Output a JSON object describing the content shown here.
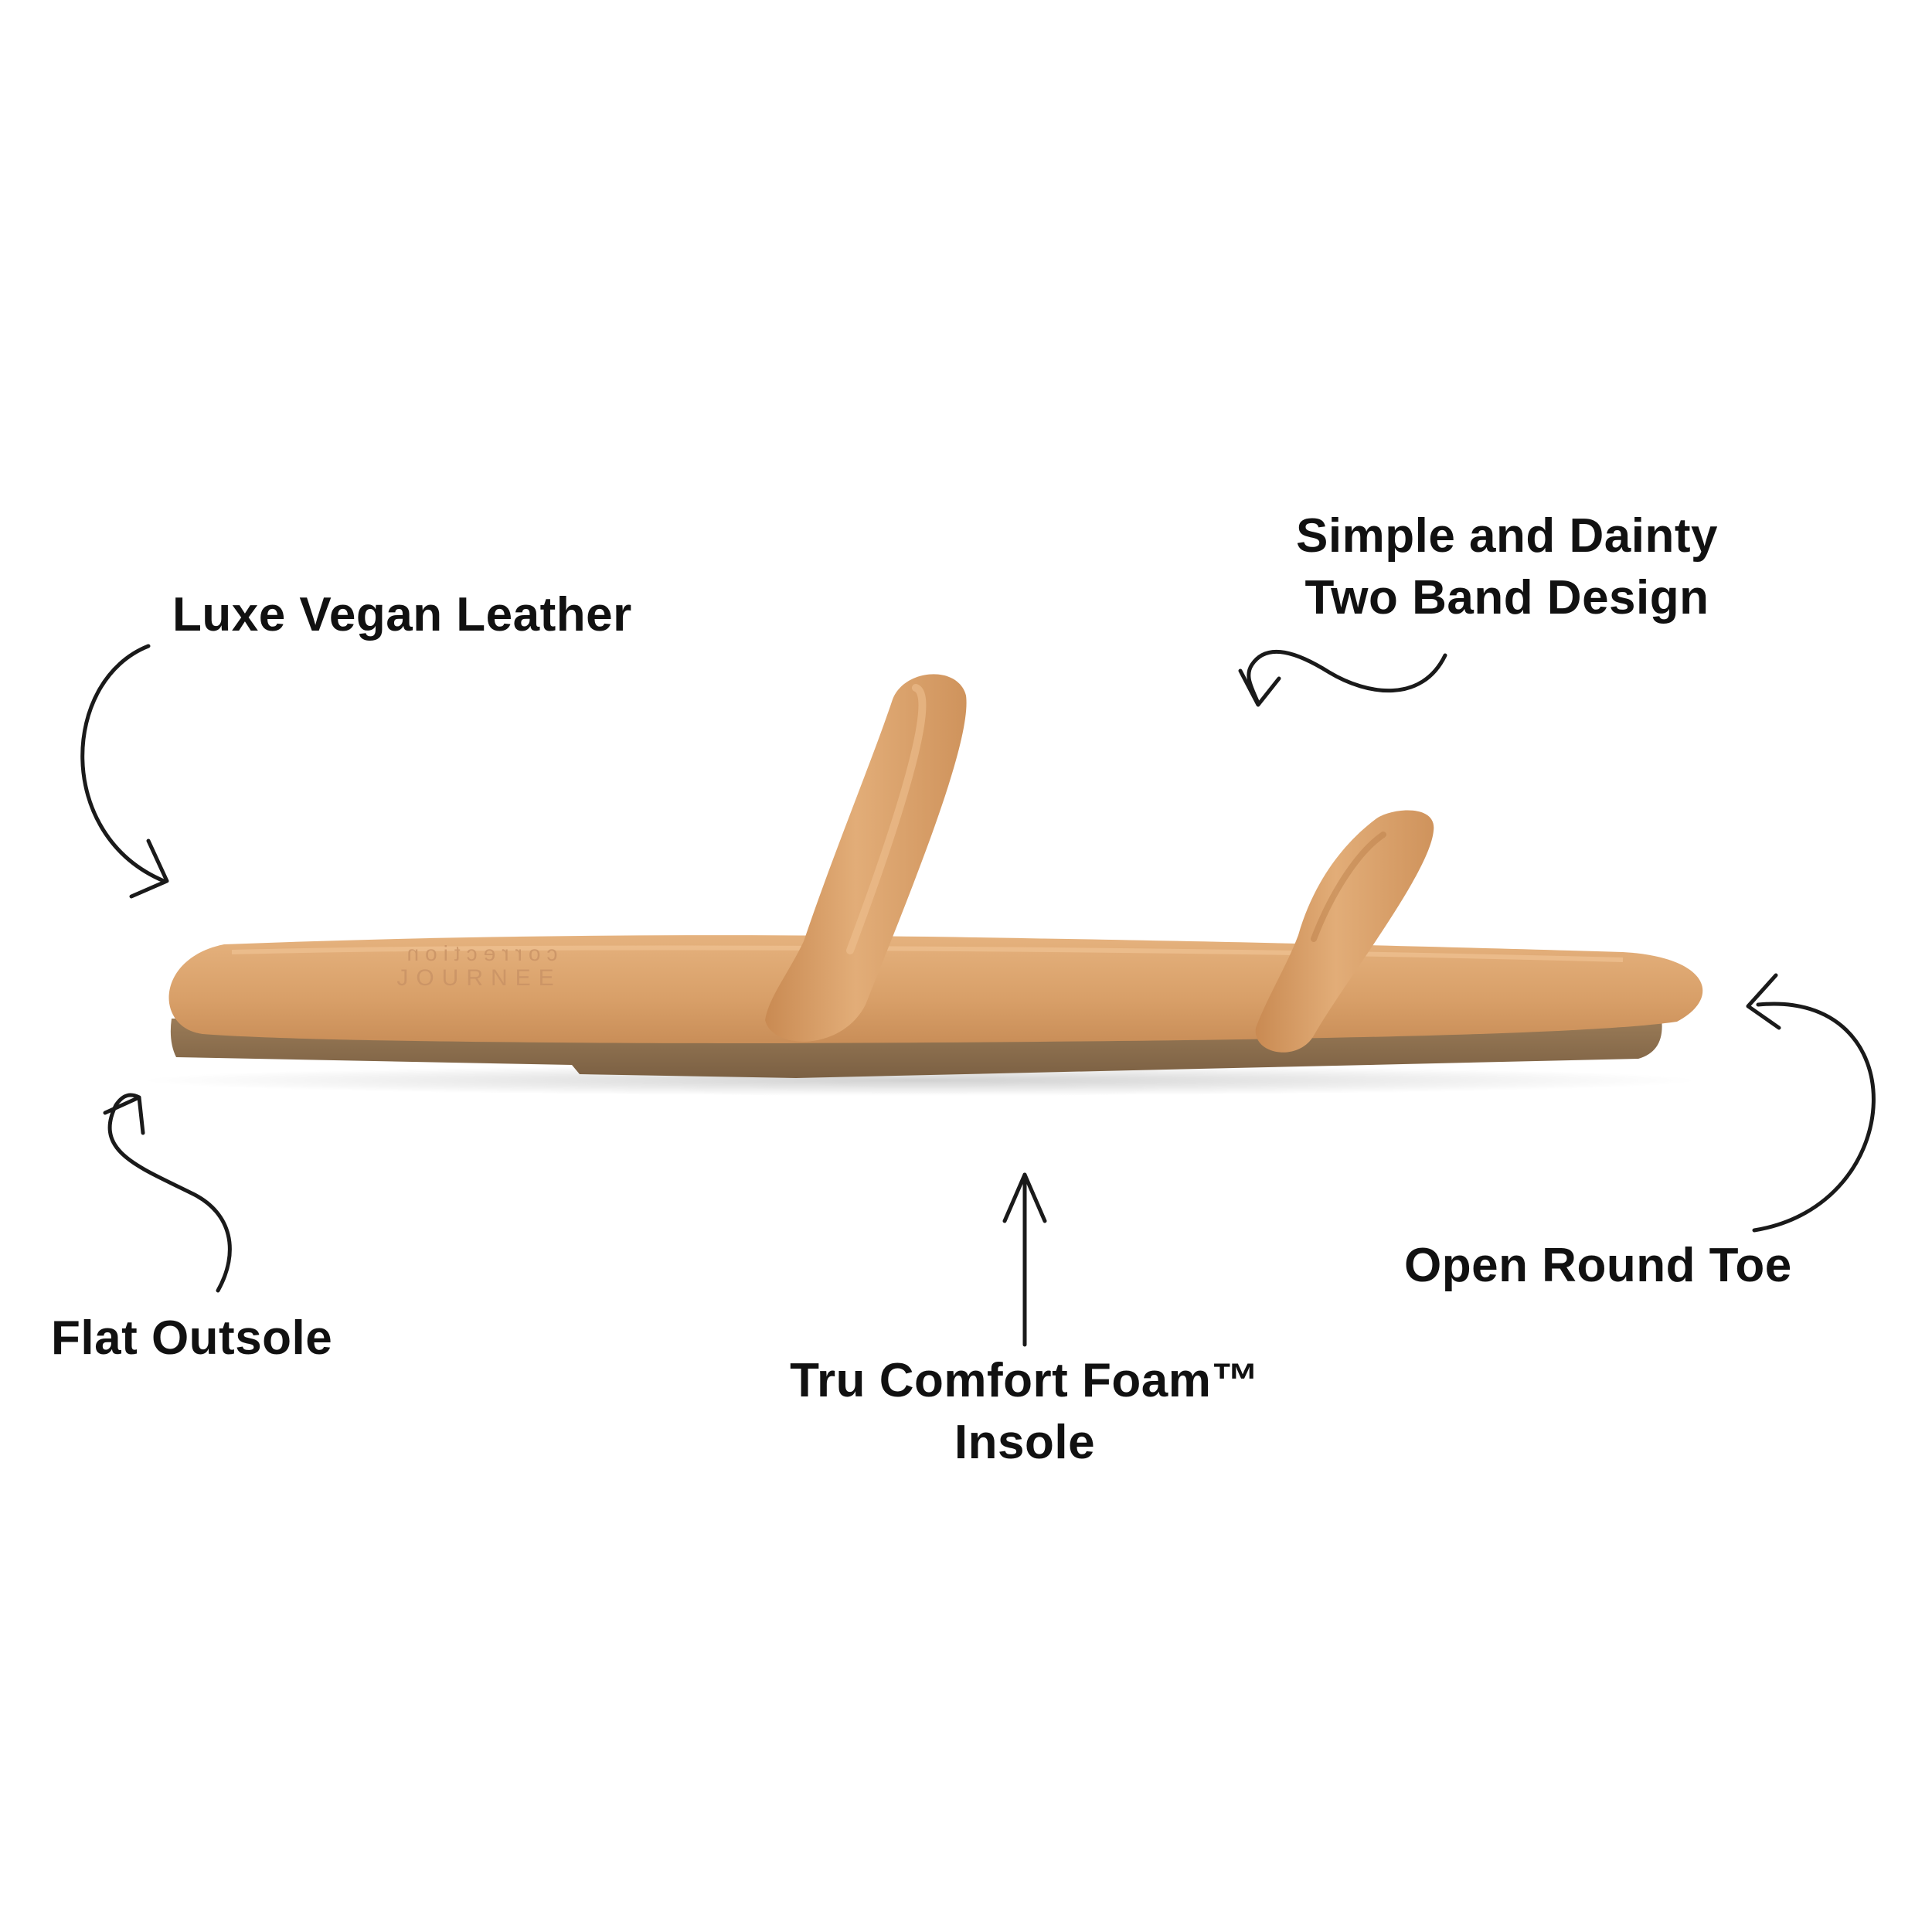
{
  "colors": {
    "background": "#ffffff",
    "text": "#111111",
    "arrow": "#1a1a1a",
    "strap_tan": "#d49a63",
    "strap_highlight": "#e6b584",
    "insole_tan": "#d9a36d",
    "outsole_brown": "#8d7050"
  },
  "product": {
    "insole_brand_line_1": "correction",
    "insole_brand_line_2": "JOURNEE"
  },
  "callouts": {
    "vegan_leather": "Luxe Vegan Leather",
    "band_design_line_1": "Simple and Dainty",
    "band_design_line_2": "Two Band Design",
    "outsole": "Flat Outsole",
    "insole_line_1": "Tru Comfort Foam™",
    "insole_line_2": "Insole",
    "toe": "Open Round Toe"
  },
  "icons": {
    "arrow_leather": "curved-arrow-icon",
    "arrow_band": "wavy-arrow-icon",
    "arrow_outsole": "curved-arrow-icon",
    "arrow_insole": "up-arrow-icon",
    "arrow_toe": "curved-arrow-icon"
  }
}
